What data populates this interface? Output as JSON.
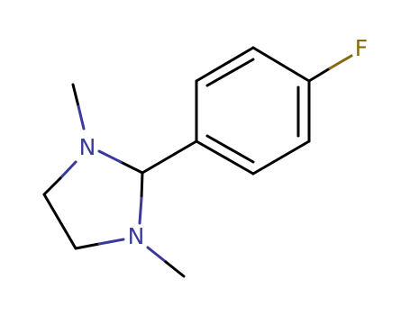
{
  "molecule": {
    "atoms": {
      "fluorine": "F",
      "nitrogen_top": "N",
      "nitrogen_bottom": "N"
    },
    "colors": {
      "carbon_bond": "#000000",
      "nitrogen": "#3a3a9a",
      "fluorine": "#8a6a10",
      "background": "#ffffff"
    }
  }
}
